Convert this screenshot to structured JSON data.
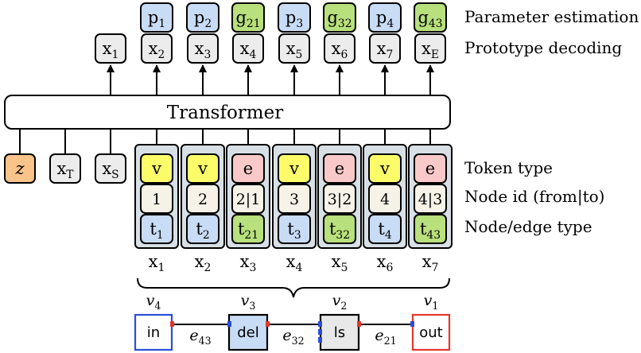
{
  "colors": {
    "param_p": "#c9dcf5",
    "param_g": "#b8e07c",
    "decode": "#ececec",
    "type_v": "#fcfc6a",
    "type_e": "#f9c9c9",
    "node_id": "#f6f2e8",
    "latent": "#f9c48a",
    "group_bg": "#d8e0e6",
    "in_border": "#2a4fd6",
    "out_border": "#e2382b",
    "port_blue": "#2a4fd6",
    "port_red": "#e2382b"
  },
  "params": [
    {
      "base": "p",
      "sub": "1",
      "kind": "p"
    },
    {
      "base": "p",
      "sub": "2",
      "kind": "p"
    },
    {
      "base": "g",
      "sub": "21",
      "kind": "g"
    },
    {
      "base": "p",
      "sub": "3",
      "kind": "p"
    },
    {
      "base": "g",
      "sub": "32",
      "kind": "g"
    },
    {
      "base": "p",
      "sub": "4",
      "kind": "p"
    },
    {
      "base": "g",
      "sub": "43",
      "kind": "g"
    }
  ],
  "decoded": [
    {
      "base": "x",
      "sub": "1"
    },
    {
      "base": "x",
      "sub": "2"
    },
    {
      "base": "x",
      "sub": "3"
    },
    {
      "base": "x",
      "sub": "4"
    },
    {
      "base": "x",
      "sub": "5"
    },
    {
      "base": "x",
      "sub": "6"
    },
    {
      "base": "x",
      "sub": "7"
    },
    {
      "base": "x",
      "sub": "E"
    }
  ],
  "row_labels": {
    "param": "Parameter estimation",
    "decode": "Prototype decoding",
    "token_type": "Token type",
    "node_id": "Node id (from|to)",
    "node_type": "Node/edge type"
  },
  "transformer_label": "Transformer",
  "inputs": [
    {
      "base": "z",
      "sub": "",
      "italic": true
    },
    {
      "base": "x",
      "sub": "T",
      "italic": false
    },
    {
      "base": "x",
      "sub": "S",
      "italic": false
    }
  ],
  "tokens": [
    {
      "type": "v",
      "id": "1",
      "tbase": "t",
      "tsub": "1",
      "xsub": "1"
    },
    {
      "type": "v",
      "id": "2",
      "tbase": "t",
      "tsub": "2",
      "xsub": "2"
    },
    {
      "type": "e",
      "id": "2|1",
      "tbase": "t",
      "tsub": "21",
      "xsub": "3"
    },
    {
      "type": "v",
      "id": "3",
      "tbase": "t",
      "tsub": "3",
      "xsub": "4"
    },
    {
      "type": "e",
      "id": "3|2",
      "tbase": "t",
      "tsub": "32",
      "xsub": "5"
    },
    {
      "type": "v",
      "id": "4",
      "tbase": "t",
      "tsub": "4",
      "xsub": "6"
    },
    {
      "type": "e",
      "id": "4|3",
      "tbase": "t",
      "tsub": "43",
      "xsub": "7"
    }
  ],
  "graph": {
    "nodes": [
      {
        "label": "in",
        "vbase": "v",
        "vsub": "4",
        "style": "in"
      },
      {
        "label": "del",
        "vbase": "v",
        "vsub": "3",
        "style": "block"
      },
      {
        "label": "ls",
        "vbase": "v",
        "vsub": "2",
        "style": "block"
      },
      {
        "label": "out",
        "vbase": "v",
        "vsub": "1",
        "style": "out"
      }
    ],
    "edges": [
      {
        "base": "e",
        "sub": "43"
      },
      {
        "base": "e",
        "sub": "32"
      },
      {
        "base": "e",
        "sub": "21"
      }
    ]
  }
}
